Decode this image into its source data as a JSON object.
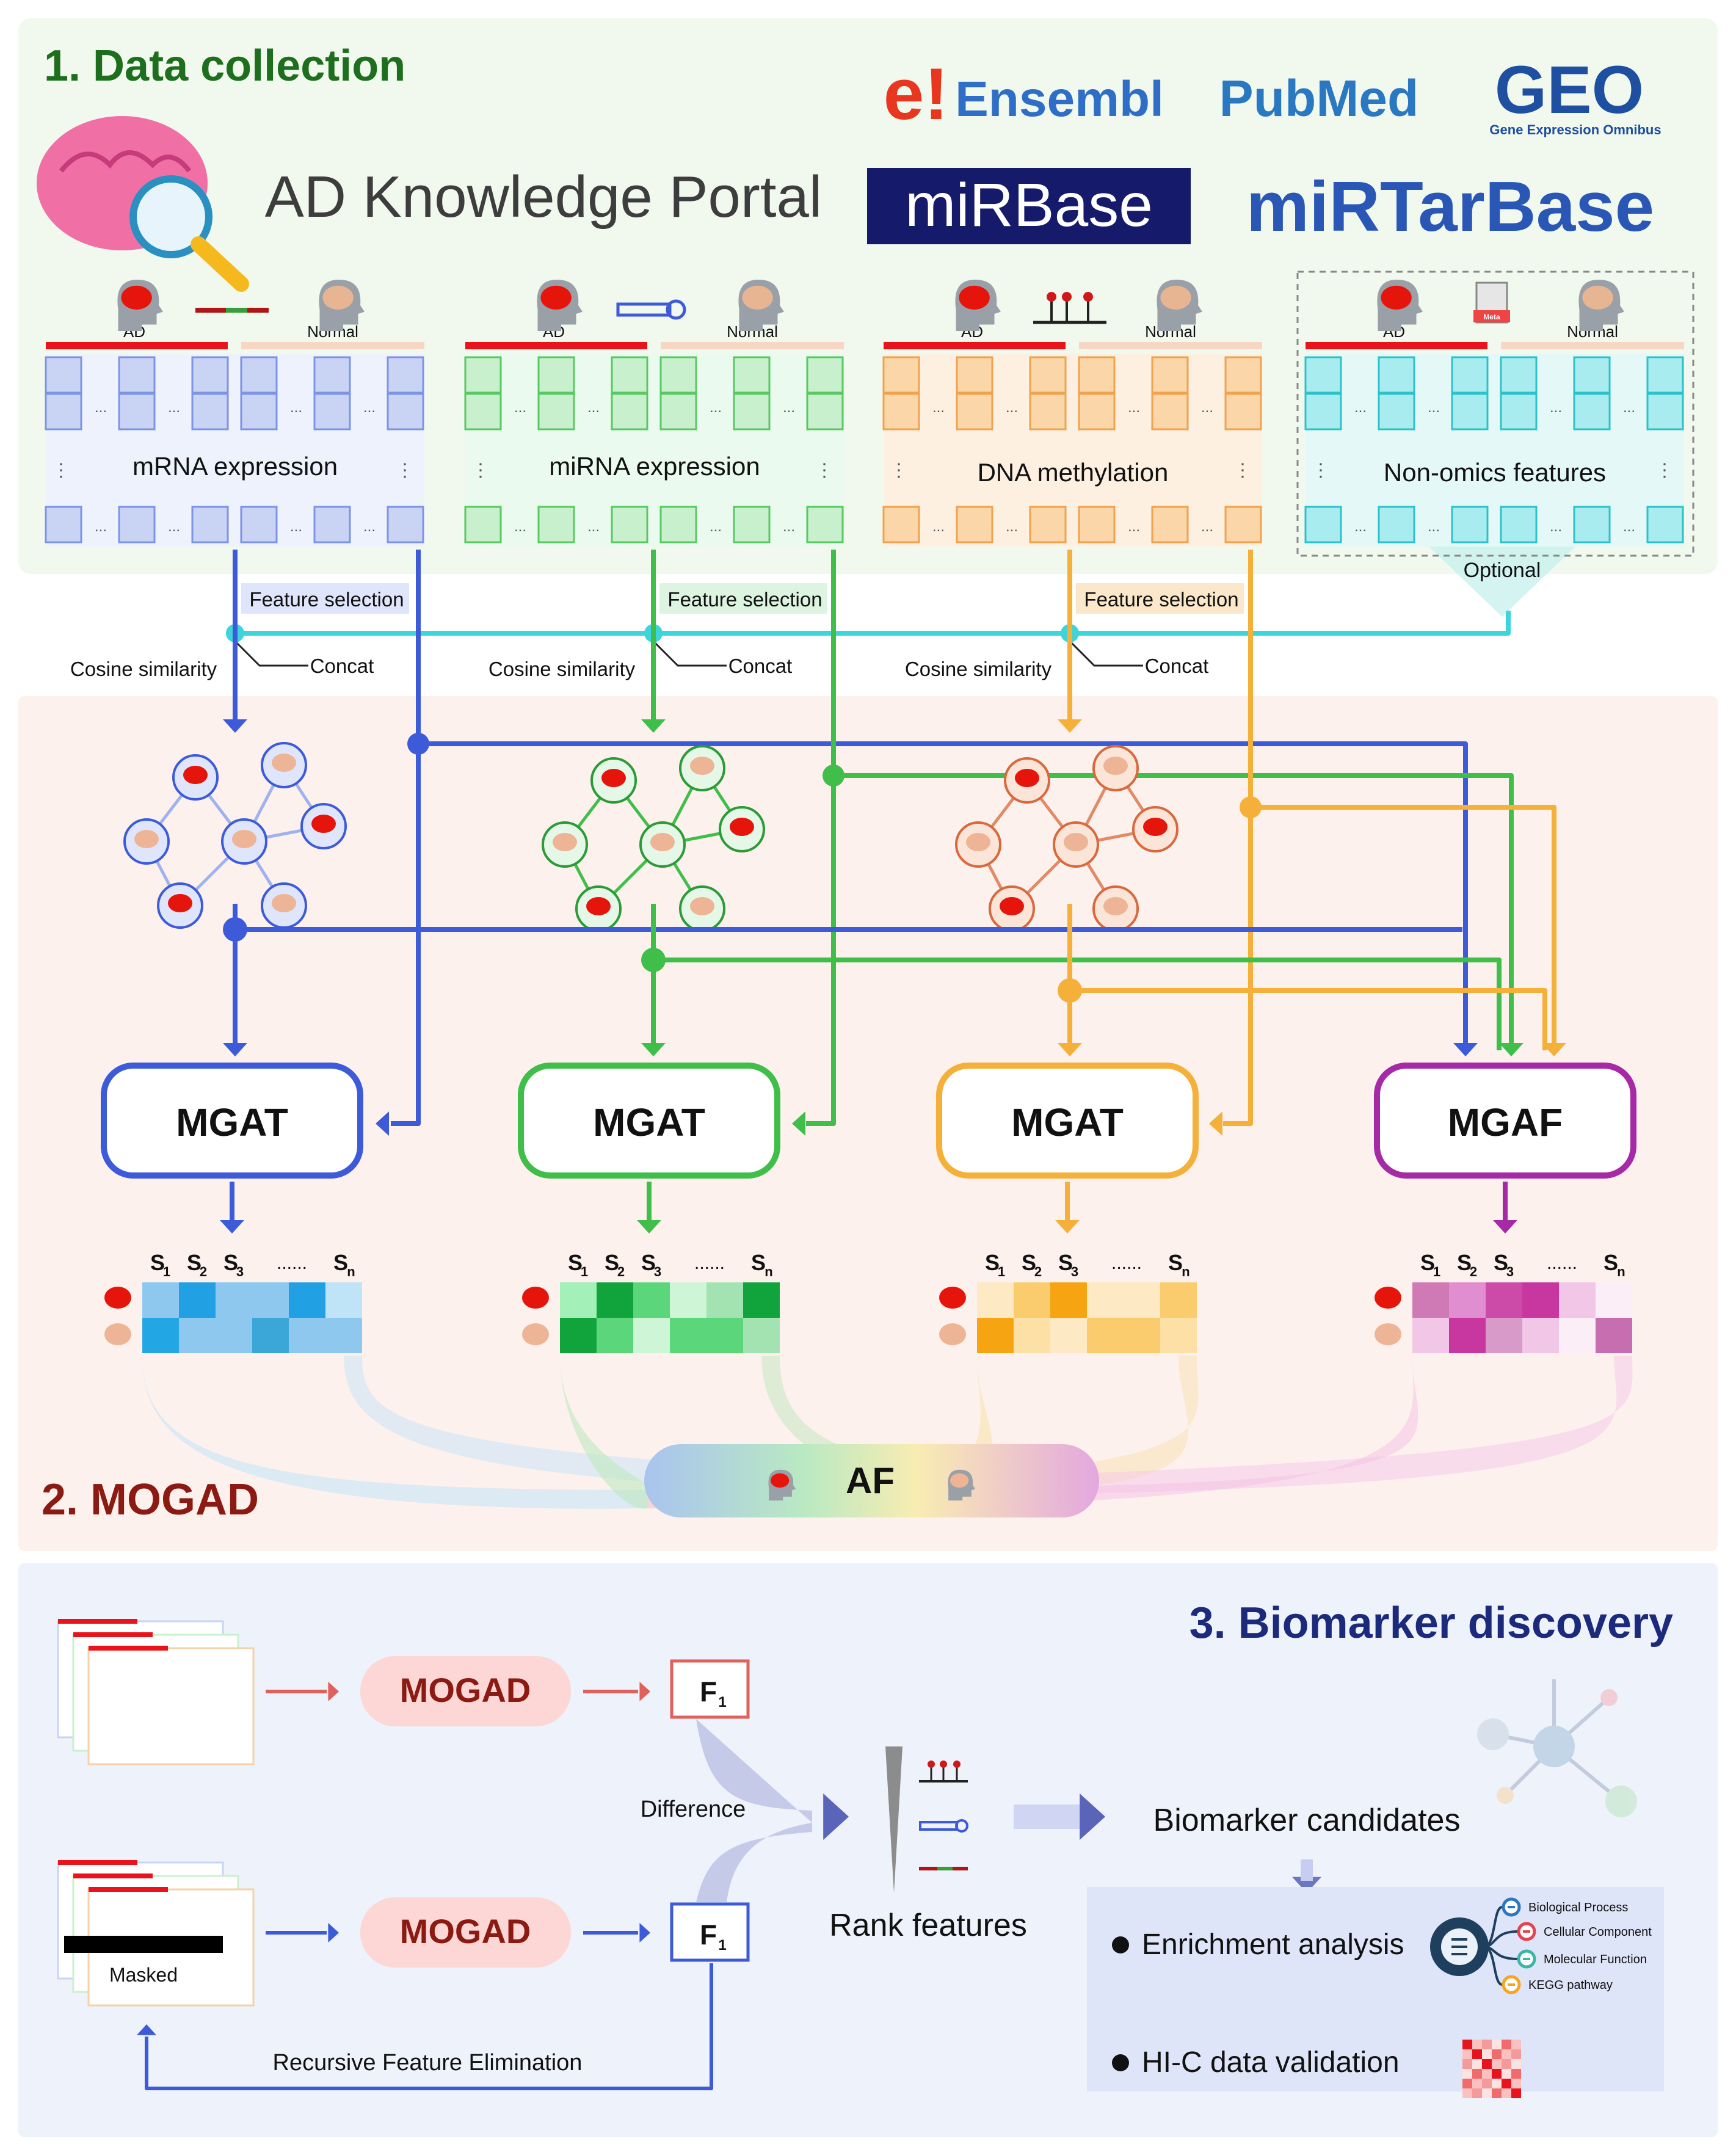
{
  "sections": {
    "data_collection": "1. Data collection",
    "mogad": "2. MOGAD",
    "biomarker": "3. Biomarker discovery"
  },
  "logos": {
    "ensembl": "Ensembl",
    "ensembl_e": "e!",
    "pubmed": "PubMed",
    "geo": "GEO",
    "geo_sub": "Gene Expression Omnibus",
    "mirbase": "miRBase",
    "mirtarbase": "miRTarBase",
    "portal": "AD Knowledge Portal"
  },
  "group_labels": {
    "ad": "AD",
    "normal": "Normal",
    "meta": "Meta"
  },
  "omics": [
    {
      "name": "mRNA expression",
      "color": "#3d5bd9",
      "cell": "#c9d4f5",
      "cellBorder": "#7d93e6",
      "icon": "dna-strand-icon"
    },
    {
      "name": "miRNA expression",
      "color": "#3fbf4a",
      "cell": "#c8f0cd",
      "cellBorder": "#58c962",
      "icon": "mirna-hairpin-icon"
    },
    {
      "name": "DNA methylation",
      "color": "#f5b03a",
      "cell": "#fbd6a8",
      "cellBorder": "#f0a24d",
      "icon": "methylation-icon"
    },
    {
      "name": "Non-omics features",
      "color": "#3cd5dc",
      "cell": "#a8ecef",
      "cellBorder": "#2cc2c9",
      "icon": "meta-document-icon"
    }
  ],
  "labels": {
    "optional": "Optional",
    "feature_selection": "Feature selection",
    "cosine": "Cosine similarity",
    "concat": "Concat",
    "mgat": "MGAT",
    "mgaf": "MGAF",
    "af": "AF",
    "s1": "S",
    "sn": "S",
    "dots": "......",
    "mogad_box": "MOGAD",
    "f1": "F",
    "f1_sub": "1",
    "difference": "Difference",
    "rank": "Rank features",
    "candidates": "Biomarker candidates",
    "enrichment": "Enrichment analysis",
    "hic": "HI-C data validation",
    "masked": "Masked",
    "rfe": "Recursive Feature Elimination",
    "go_bp": "Biological Process",
    "go_cc": "Cellular Component",
    "go_mf": "Molecular Function",
    "kegg": "KEGG pathway"
  },
  "heatmaps": [
    {
      "row1": [
        "#8fc8ef",
        "#22a0e4",
        "#8fc8ef",
        "#8fc8ef",
        "#22a0e4",
        "#bfe3f7"
      ],
      "row2": [
        "#22a7e4",
        "#8fc8ef",
        "#8fc8ef",
        "#3aa7d8",
        "#8fc8ef",
        "#8fc8ef"
      ]
    },
    {
      "row1": [
        "#a3f0b8",
        "#12a43c",
        "#5bd67a",
        "#cdf5d6",
        "#a3e3b2",
        "#12a43c"
      ],
      "row2": [
        "#12a43c",
        "#5bd67a",
        "#cdf5d6",
        "#5bd67a",
        "#5bd67a",
        "#a3e3b2"
      ]
    },
    {
      "row1": [
        "#fde9c4",
        "#fbcc6e",
        "#f7a413",
        "#fde9c4",
        "#fde9c4",
        "#fbcc6e"
      ],
      "row2": [
        "#f7a413",
        "#fde0a6",
        "#fde9c4",
        "#fbcc6e",
        "#fbcc6e",
        "#fde0a6"
      ]
    },
    {
      "row1": [
        "#d07ab5",
        "#e08ed0",
        "#cc4aa8",
        "#c8379f",
        "#f2c6e6",
        "#fbeef7"
      ],
      "row2": [
        "#f2c6e6",
        "#c8379f",
        "#d89ac8",
        "#f2c6e6",
        "#fbeef7",
        "#c66eb0"
      ]
    }
  ]
}
